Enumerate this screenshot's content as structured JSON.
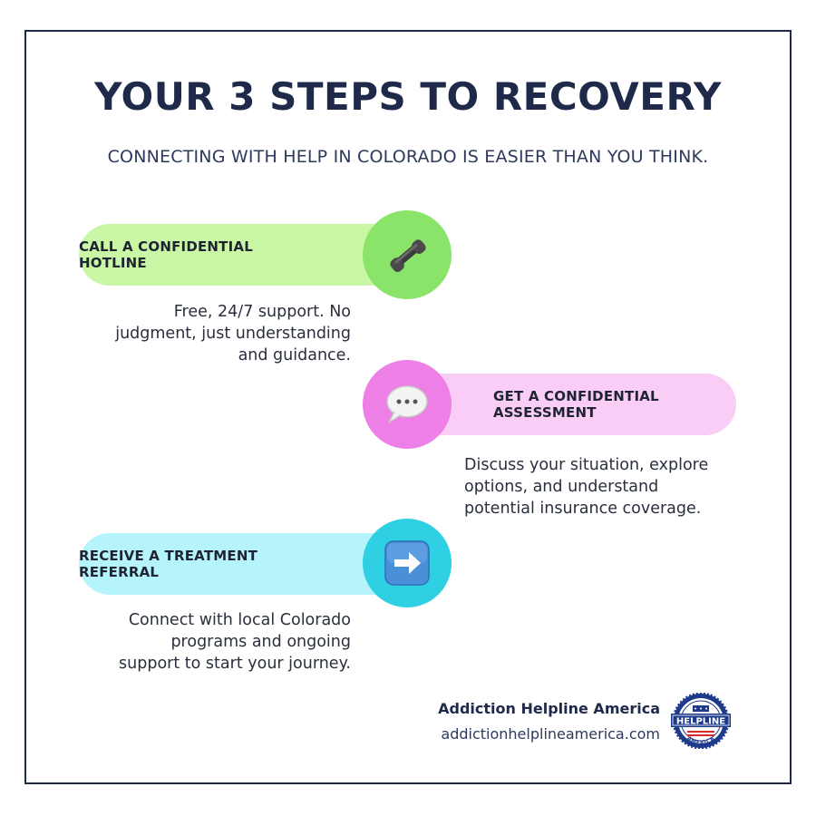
{
  "title": "YOUR 3 STEPS TO RECOVERY",
  "subtitle": "CONNECTING WITH HELP IN COLORADO IS EASIER THAN YOU THINK.",
  "steps": [
    {
      "label": "CALL A CONFIDENTIAL HOTLINE",
      "description": "Free, 24/7 support. No\njudgment, just understanding\nand guidance.",
      "icon": "phone-icon",
      "pill_color": "#caf7a6",
      "circle_color": "#8be46a"
    },
    {
      "label": "GET A CONFIDENTIAL ASSESSMENT",
      "description": "Discuss your situation, explore\noptions, and understand\npotential insurance coverage.",
      "icon": "speech-bubble-icon",
      "pill_color": "#f9cdf6",
      "circle_color": "#ee7fe6"
    },
    {
      "label": "RECEIVE A TREATMENT REFERRAL",
      "description": "Connect with local Colorado\nprograms and ongoing\nsupport to start your journey.",
      "icon": "right-arrow-icon",
      "pill_color": "#b6f4fb",
      "circle_color": "#2fd0e3"
    }
  ],
  "brand": {
    "name": "Addiction Helpline America",
    "url": "addictionhelplineamerica.com",
    "logo_text": "HELPLINE",
    "logo_arc_top": "ADDICTION",
    "logo_arc_bottom": "AMERICA"
  },
  "colors": {
    "navy": "#1f2a4a",
    "logo_blue": "#1e3a8a",
    "logo_red": "#d62828"
  }
}
